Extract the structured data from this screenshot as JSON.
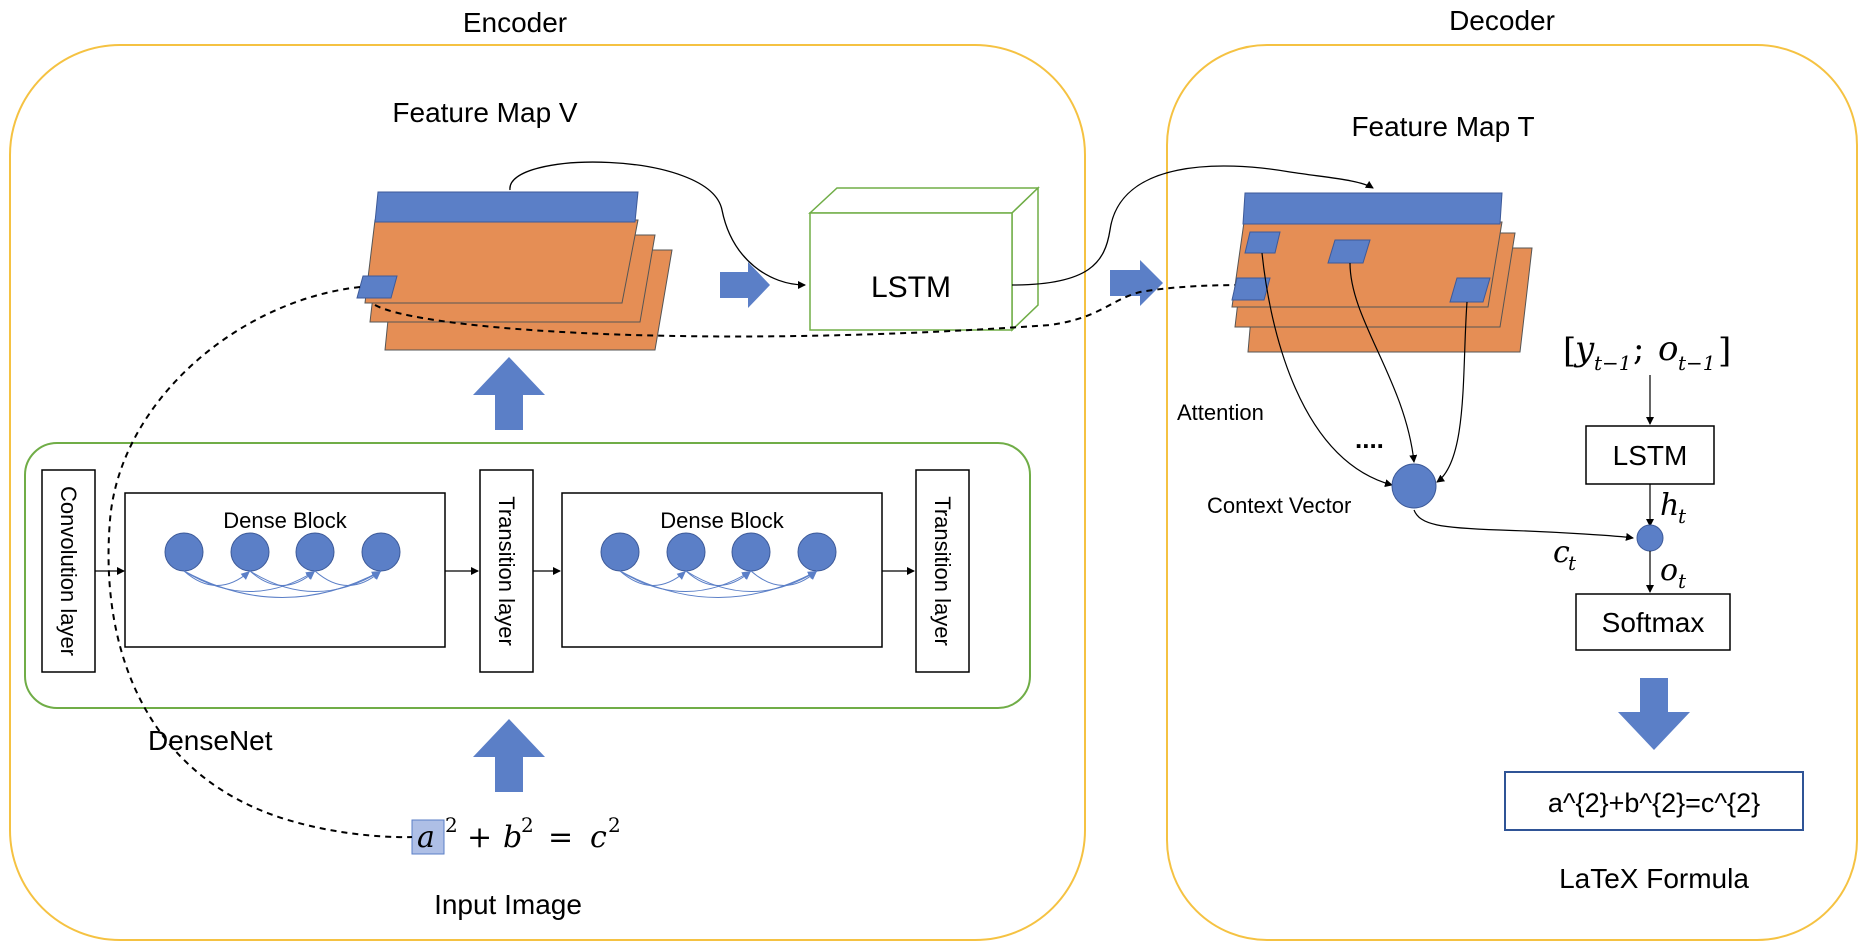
{
  "encoder": {
    "title": "Encoder",
    "feature_map_label": "Feature Map V",
    "lstm_label": "LSTM",
    "densenet_label": "DenseNet",
    "convolution_layer": "Convolution layer",
    "dense_block_1": "Dense Block",
    "dense_block_2": "Dense Block",
    "transition_layer_1": "Transition layer",
    "transition_layer_2": "Transition layer",
    "input_image_label": "Input Image",
    "input_formula": {
      "a": "a",
      "b": "b",
      "c": "c",
      "sup": "2",
      "plus": "+",
      "equals": "="
    }
  },
  "decoder": {
    "title": "Decoder",
    "feature_map_label": "Feature Map T",
    "attention_label": "Attention",
    "ellipsis": "....",
    "context_vector_label": "Context Vector",
    "input_symbol": {
      "open": "[",
      "y": "y",
      "y_sub": "t−1",
      "sep": "; ",
      "o": "o",
      "o_sub": "t−1",
      "close": "]"
    },
    "lstm_label": "LSTM",
    "h_t": {
      "base": "h",
      "sub": "t"
    },
    "c_t": {
      "base": "c",
      "sub": "t"
    },
    "o_t": {
      "base": "o",
      "sub": "t"
    },
    "softmax_label": "Softmax",
    "output_formula": "a^{2}+b^{2}=c^{2}",
    "output_label": "LaTeX Formula"
  },
  "colors": {
    "panel_border": "#f5c242",
    "densenet_border": "#70ad47",
    "lstm_3d_border": "#70ad47",
    "blue": "#5b7fc7",
    "orange": "#e58e55",
    "output_border": "#2f5496"
  }
}
